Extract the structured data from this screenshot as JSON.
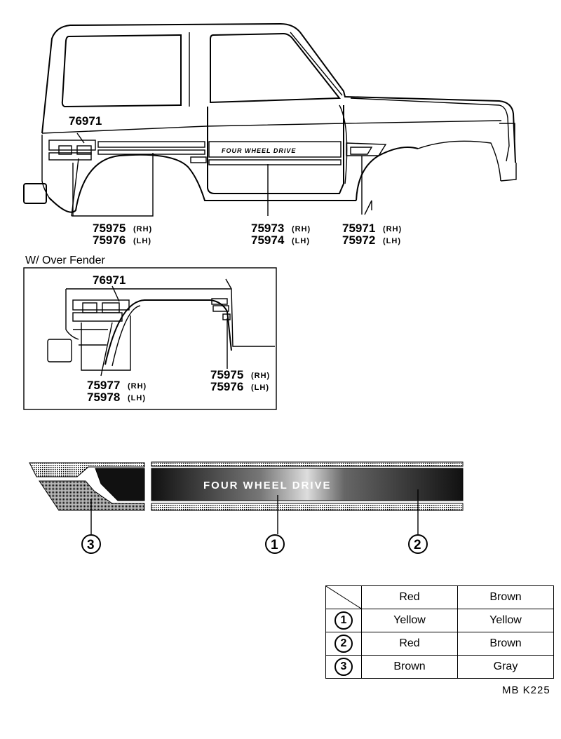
{
  "main_view": {
    "labels": {
      "p76971": "76971",
      "p75975": "75975",
      "p75976": "75976",
      "p75973": "75973",
      "p75974": "75974",
      "p75971": "75971",
      "p75972": "75972",
      "rh": "(RH)",
      "lh": "(LH)",
      "decal_text": "FOUR WHEEL DRIVE"
    }
  },
  "over_fender": {
    "caption": "W/ Over Fender",
    "labels": {
      "p76971": "76971",
      "p75977": "75977",
      "p75978": "75978",
      "p75975": "75975",
      "p75976": "75976",
      "rh": "(RH)",
      "lh": "(LH)"
    }
  },
  "stripe_detail": {
    "text": "FOUR WHEEL DRIVE",
    "callouts": [
      "3",
      "1",
      "2"
    ]
  },
  "color_table": {
    "header": [
      "Red",
      "Brown"
    ],
    "rows": [
      {
        "num": "1",
        "a": "Yellow",
        "b": "Yellow"
      },
      {
        "num": "2",
        "a": "Red",
        "b": "Brown"
      },
      {
        "num": "3",
        "a": "Brown",
        "b": "Gray"
      }
    ]
  },
  "drawing_code": "MB  K225"
}
